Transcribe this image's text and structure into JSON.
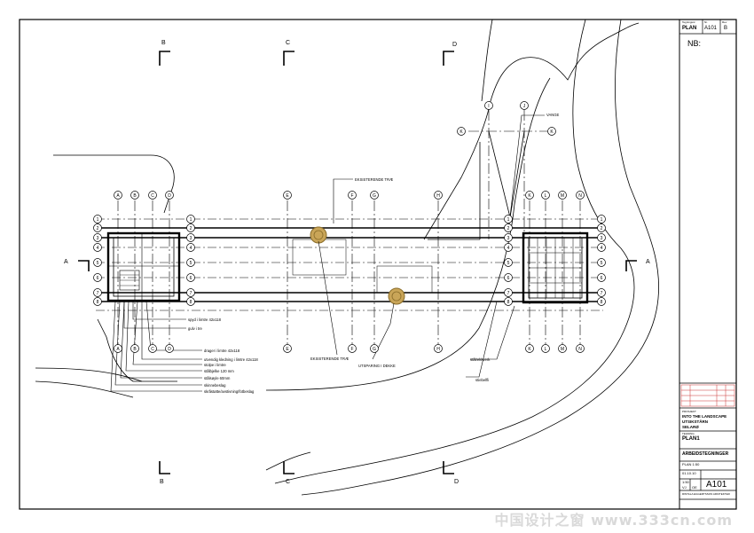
{
  "drawing": {
    "grid_top": [
      "A",
      "B",
      "C",
      "D",
      "E",
      "F",
      "G",
      "H",
      "I",
      "J",
      "K",
      "L",
      "M",
      "N"
    ],
    "grid_bottom": [
      "A",
      "B",
      "C",
      "D",
      "E",
      "F",
      "G",
      "H",
      "I",
      "J",
      "K",
      "L",
      "M",
      "N"
    ],
    "grid_rows": [
      "1",
      "2",
      "3",
      "4",
      "5",
      "6",
      "7",
      "8"
    ],
    "section_marks": {
      "B": "B",
      "C": "C",
      "D": "D",
      "A": "A"
    },
    "notes": {
      "top_tree": "EKSISTERENDE TRÆ",
      "vinge": "VANGE",
      "bottom_tree": "EKSISTERENDE TRÆ",
      "opening": "UTSPARING I DEKKE",
      "railing": "stålrekkverk",
      "ground": "stiebelfli",
      "leg_1": "spyd i limtre 42x118",
      "leg_2": "gulv i tre",
      "leg_3": "drager i limtre 42x118",
      "leg_4": "utvendig kledning i limtre 42x118",
      "leg_5": "stolpe i limtre",
      "leg_6": "stålbjelke 120 mm",
      "leg_7": "stålsøyle 60mm",
      "leg_8": "skinnebeslag",
      "leg_9": "skråstøtte/avstivning/fotbeslag"
    }
  },
  "title_block": {
    "top_row": {
      "label_a": "Tegningsnr.",
      "value_a": "PLAN",
      "label_b": "Nr.",
      "value_b": "A101",
      "label_c": "Rev",
      "value_c": "B"
    },
    "nb_label": "NB:",
    "project_label": "PROSJEKT",
    "project_lines": [
      "INTO THE LANDSCAPE",
      "UTSIKSTÅRN",
      "SELARØ"
    ],
    "drawing_title_label": "TEGNING",
    "drawing_title": "PLAN1",
    "phase": "ARBEIDSTEGNINGER",
    "scale": "PLAN 1:50",
    "date": "01.10.10",
    "scale2": "1:50",
    "drawn": "VJ",
    "checked": "OE",
    "sheet_no": "A101",
    "office": "RINTALA EGGERTSSON ARKITEKTER"
  },
  "watermark": "中国设计之窗 www.333cn.com",
  "colors": {
    "line": "#000000",
    "tree_fill": "#c9a558",
    "tree_ring": "#8a6d2a",
    "revision_red": "#cc3333"
  }
}
